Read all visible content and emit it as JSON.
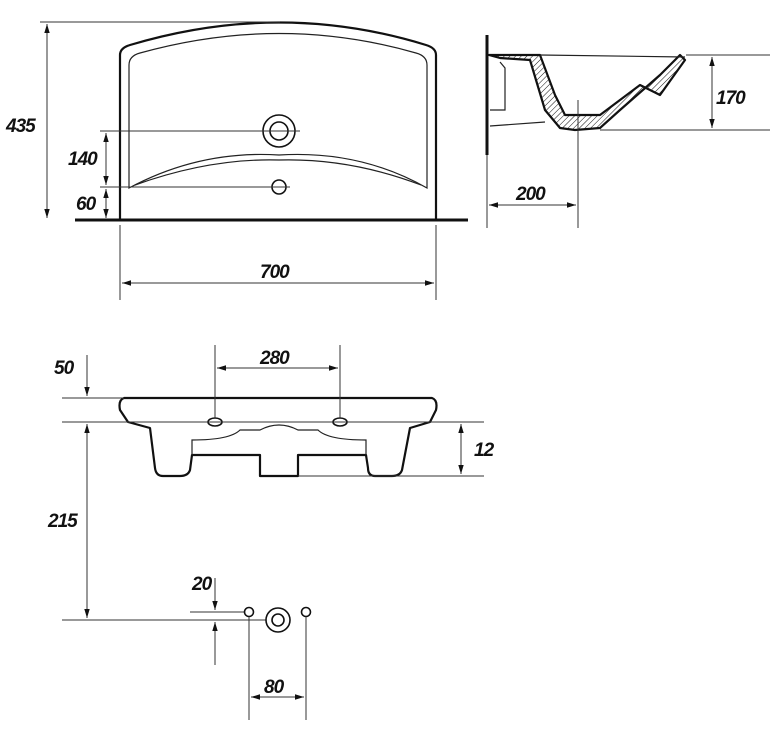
{
  "drawing": {
    "top_view": {
      "height_total": "435",
      "tap_to_overflow": "140",
      "overflow_to_base": "60",
      "width": "700"
    },
    "side_view": {
      "height": "170",
      "drain_offset": "200"
    },
    "rear_view": {
      "top_offset": "50",
      "mount_hole_spacing": "280",
      "depth": "12",
      "drain_height": "215",
      "hole_offset": "20",
      "hole_spacing": "80"
    }
  }
}
